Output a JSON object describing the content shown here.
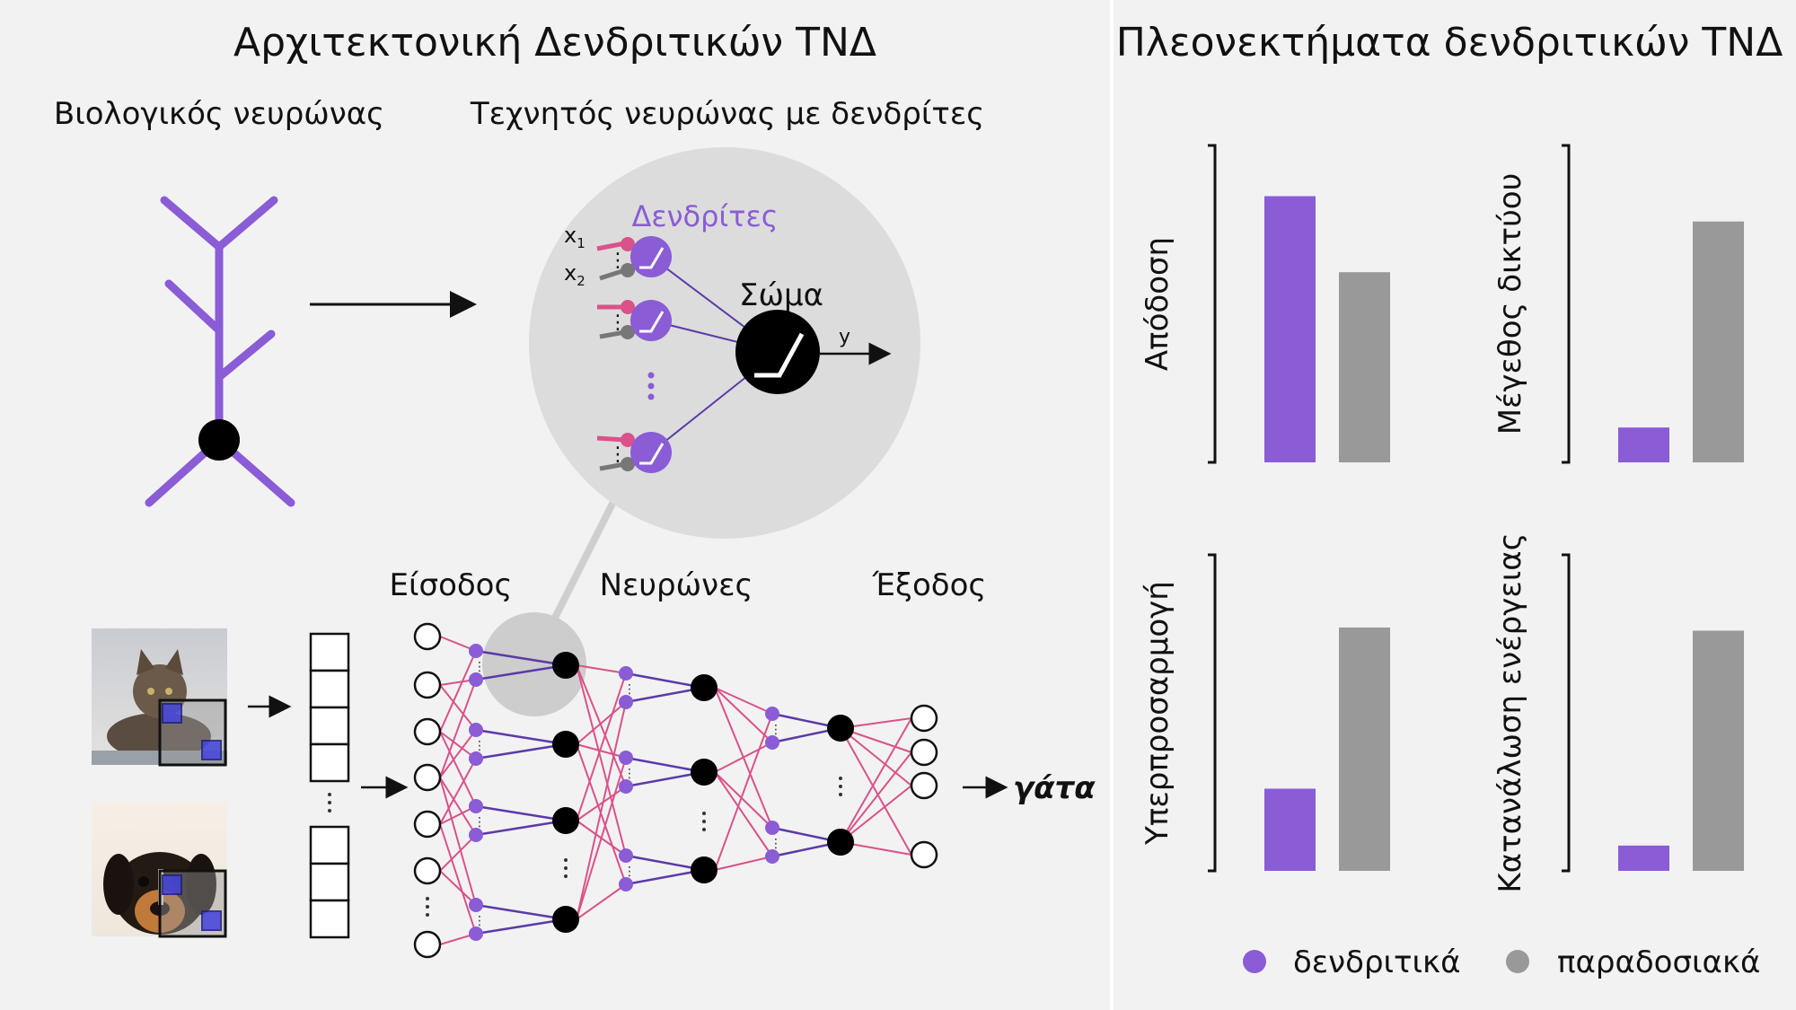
{
  "left_panel": {
    "title": "Αρχιτεκτονική Δενδριτικών ΤΝΔ",
    "bio_label": "Βιολογικός νευρώνας",
    "artificial_label": "Τεχνητός νευρώνας με δενδρίτες",
    "dendrites_label": "Δενδρίτες",
    "soma_label": "Σώμα",
    "input_x1": "x",
    "input_x1_sub": "1",
    "input_x2": "x",
    "input_x2_sub": "2",
    "output_y": "y",
    "input_layer_label": "Είσοδος",
    "neurons_label": "Νευρώνες",
    "output_layer_label": "Έξοδος",
    "prediction": "γάτα"
  },
  "right_panel": {
    "title": "Πλεονεκτήματα δενδριτικών ΤΝΔ",
    "legend": [
      {
        "label": "δενδριτικά",
        "color": "#8a5cd6"
      },
      {
        "label": "παραδοσιακά",
        "color": "#999999"
      }
    ]
  },
  "colors": {
    "purple": "#8a5cd6",
    "gray": "#999999",
    "pink": "#d9528a",
    "panel_bg": "#f2f2f2",
    "zoom_circle": "#dcdcdc"
  },
  "chart_data": [
    {
      "type": "bar",
      "ylabel": "Απόδοση",
      "categories": [
        "δενδριτικά",
        "παραδοσιακά"
      ],
      "values": [
        0.84,
        0.6
      ],
      "ylim": [
        0,
        1
      ]
    },
    {
      "type": "bar",
      "ylabel": "Μέγεθος δικτύου",
      "categories": [
        "δενδριτικά",
        "παραδοσιακά"
      ],
      "values": [
        0.11,
        0.76
      ],
      "ylim": [
        0,
        1
      ]
    },
    {
      "type": "bar",
      "ylabel": "Υπερπροσαρμογή",
      "categories": [
        "δενδριτικά",
        "παραδοσιακά"
      ],
      "values": [
        0.26,
        0.77
      ],
      "ylim": [
        0,
        1
      ]
    },
    {
      "type": "bar",
      "ylabel": "Κατανάλωση ενέργειας",
      "categories": [
        "δενδριτικά",
        "παραδοσιακά"
      ],
      "values": [
        0.08,
        0.76
      ],
      "ylim": [
        0,
        1
      ]
    }
  ]
}
